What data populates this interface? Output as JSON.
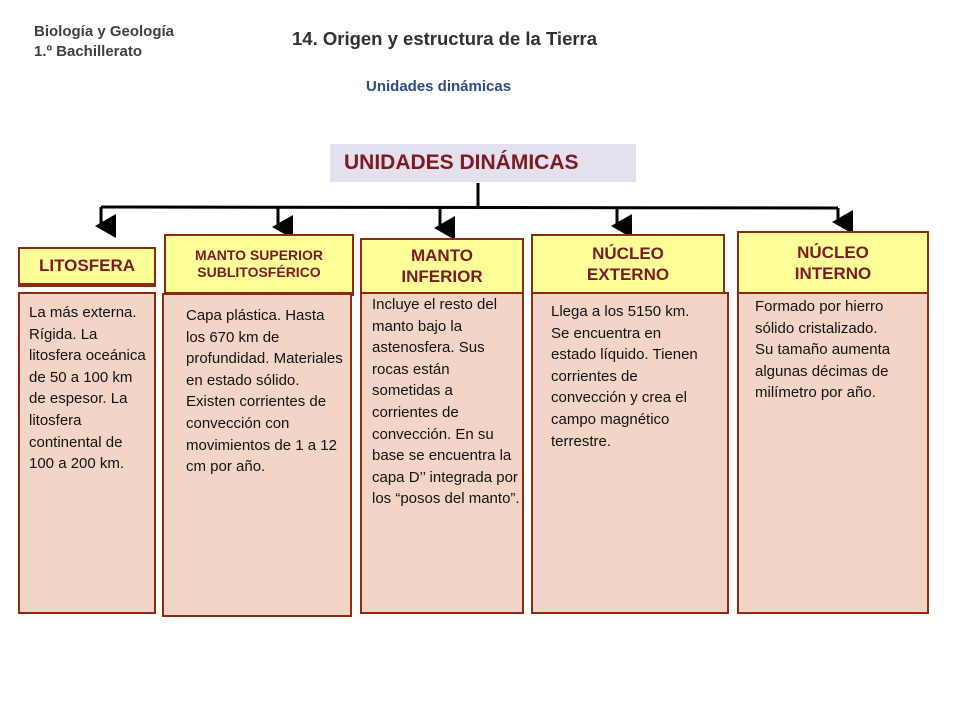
{
  "header": {
    "course_line1": "Biología y Geología",
    "course_line2": "1.º Bachillerato",
    "title": "14. Origen y estructura de la Tierra",
    "subtitle": "Unidades dinámicas"
  },
  "diagram": {
    "main_label": "UNIDADES DINÁMICAS",
    "units": [
      {
        "name": "LITOSFERA",
        "description": "La más externa. Rígida. La litosfera oceánica de 50  a 100 km de espesor. La litosfera continental de 100 a 200 km."
      },
      {
        "name": "MANTO SUPERIOR SUBLITOSFÉRICO",
        "description": "Capa plástica. Hasta los 670 km de profundidad. Materiales en estado sólido. Existen corrientes de convección con movimientos de 1 a 12 cm por año."
      },
      {
        "name": "MANTO INFERIOR",
        "description": "Incluye el resto del manto bajo la astenosfera. Sus rocas están sometidas a corrientes de convección. En su base se encuentra la capa D’’ integrada por los “posos del manto”."
      },
      {
        "name": "NÚCLEO EXTERNO",
        "description": "Llega a los 5150 km. Se encuentra en estado líquido. Tienen corrientes de convección y crea el campo magnético terrestre."
      },
      {
        "name": "NÚCLEO INTERNO",
        "description": "Formado por hierro sólido cristalizado. Su tamaño aumenta algunas décimas de milímetro por año."
      }
    ]
  }
}
